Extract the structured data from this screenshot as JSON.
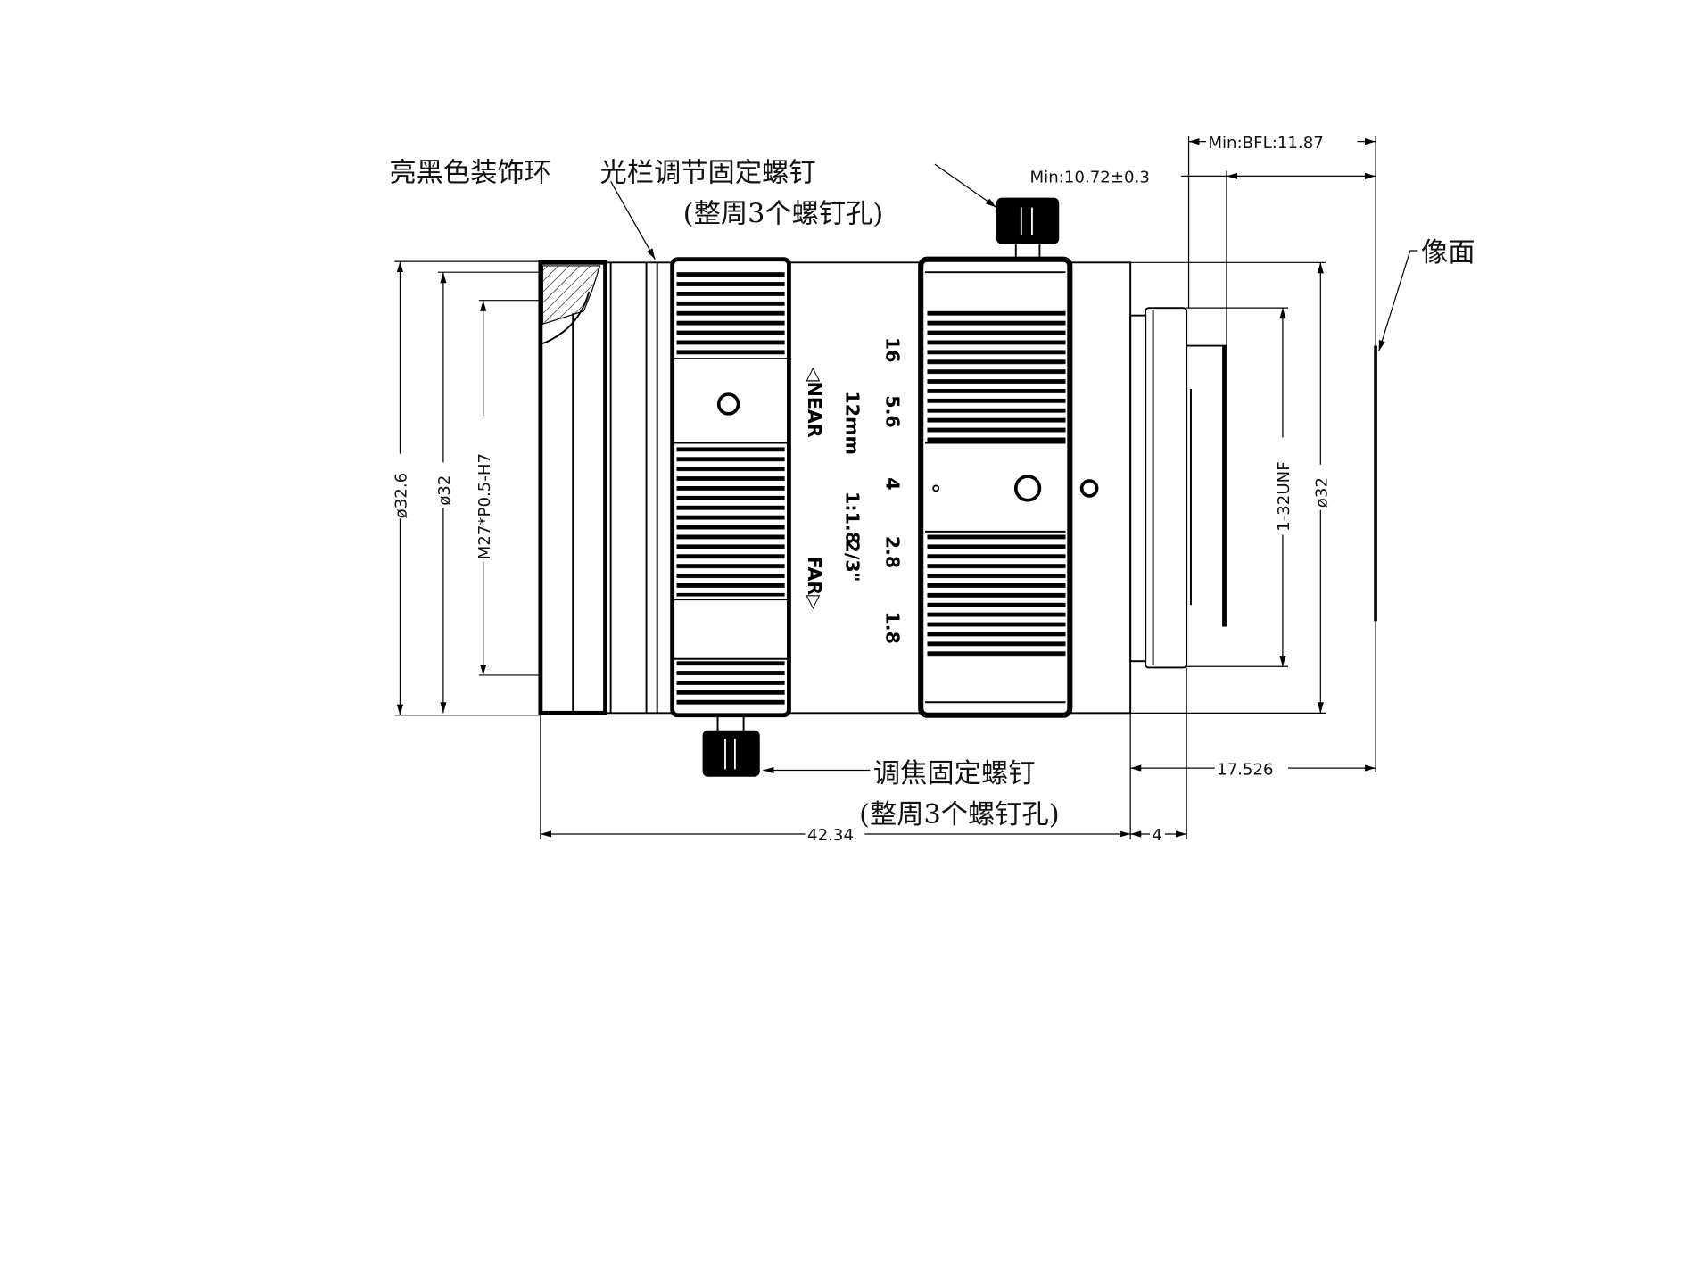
{
  "drawing": {
    "labels": {
      "decor_ring": "亮黑色装饰环",
      "iris_screw": "光栏调节固定螺钉",
      "iris_screw_note": "(整周3个螺钉孔)",
      "focus_screw": "调焦固定螺钉",
      "focus_screw_note": "(整周3个螺钉孔)",
      "image_plane": "像面"
    },
    "dimensions": {
      "outer_dia": "ø32.6",
      "body_dia": "ø32",
      "filter_thread": "M27*P0.5-H7",
      "mount_thread": "1-32UNF",
      "rear_dia": "ø32",
      "length": "42.34",
      "mount_len": "4",
      "flange": "17.526",
      "bfl": "Min:BFL:11.87",
      "min_clear": "Min:10.72±0.3"
    },
    "lens_markings": {
      "near": "◁NEAR",
      "far": "FAR▷",
      "focal": "12mm",
      "aperture": "1:1.8",
      "format": "2/3\"",
      "f_stops": [
        "16",
        "5.6",
        "4",
        "2.8",
        "1.8"
      ]
    }
  }
}
